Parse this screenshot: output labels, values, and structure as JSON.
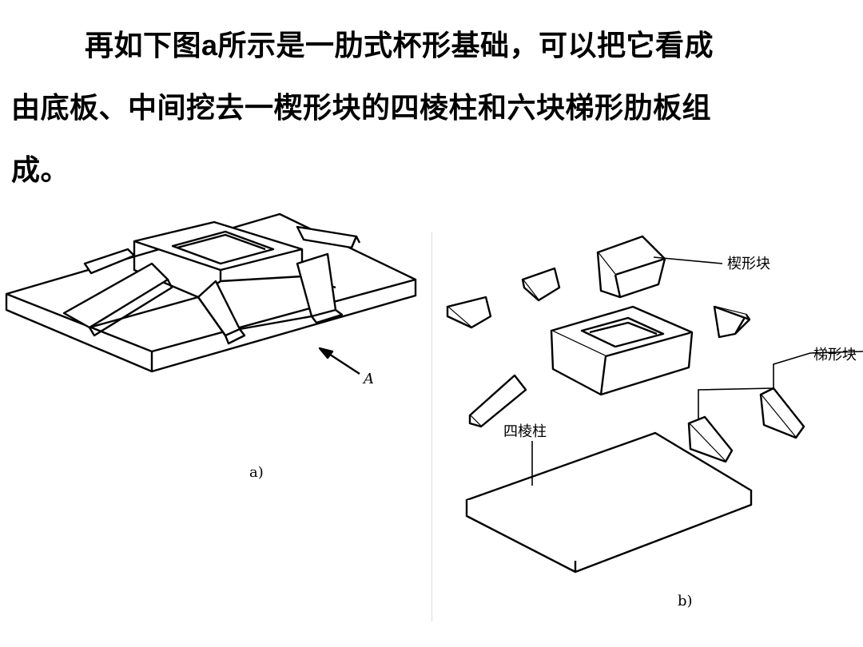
{
  "text": {
    "line1_a": "再如下图",
    "line1_b": "a",
    "line1_c": "所示是一肋式杯形基础，可以把它看成",
    "line2": "由底板、中间挖去一楔形块的四棱柱和六块梯形肋板组",
    "line3": "成。"
  },
  "figure_a": {
    "caption": "a)",
    "arrow_label": "A"
  },
  "figure_b": {
    "caption": "b)",
    "label_wedge": "楔形块",
    "label_rib": "梯形块",
    "label_prism": "四棱柱"
  }
}
